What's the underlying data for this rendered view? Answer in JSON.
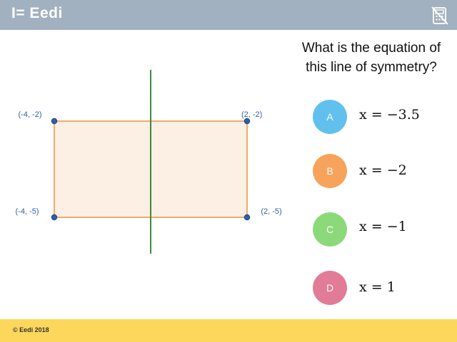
{
  "header": {
    "logo_text": "I= Eedi",
    "background": "#a2b1bf",
    "icon": "calculator-crossed-icon"
  },
  "question": {
    "line1": "What is the equation of",
    "line2": "this line of symmetry?"
  },
  "figure": {
    "rectangle": {
      "fill": "#fcefe3",
      "stroke": "#f0a25c"
    },
    "symmetry_line": {
      "color": "#3c8a3c",
      "x": -1
    },
    "points": [
      {
        "label": "(-4, -2)",
        "x": -4,
        "y": -2
      },
      {
        "label": "(2, -2)",
        "x": 2,
        "y": -2
      },
      {
        "label": "(-4, -5)",
        "x": -4,
        "y": -5
      },
      {
        "label": "(2, -5)",
        "x": 2,
        "y": -5
      }
    ],
    "point_color": "#2e5fa8",
    "label_color": "#2e5fa8"
  },
  "options": [
    {
      "letter": "A",
      "equation": "x = −3.5",
      "color": "#62c0ee"
    },
    {
      "letter": "B",
      "equation": "x = −2",
      "color": "#f7a35c"
    },
    {
      "letter": "C",
      "equation": "x = −1",
      "color": "#8cd97a"
    },
    {
      "letter": "D",
      "equation": "x = 1",
      "color": "#e27b97"
    }
  ],
  "footer": {
    "text": "© Eedi 2018",
    "background": "#fcd75c"
  }
}
